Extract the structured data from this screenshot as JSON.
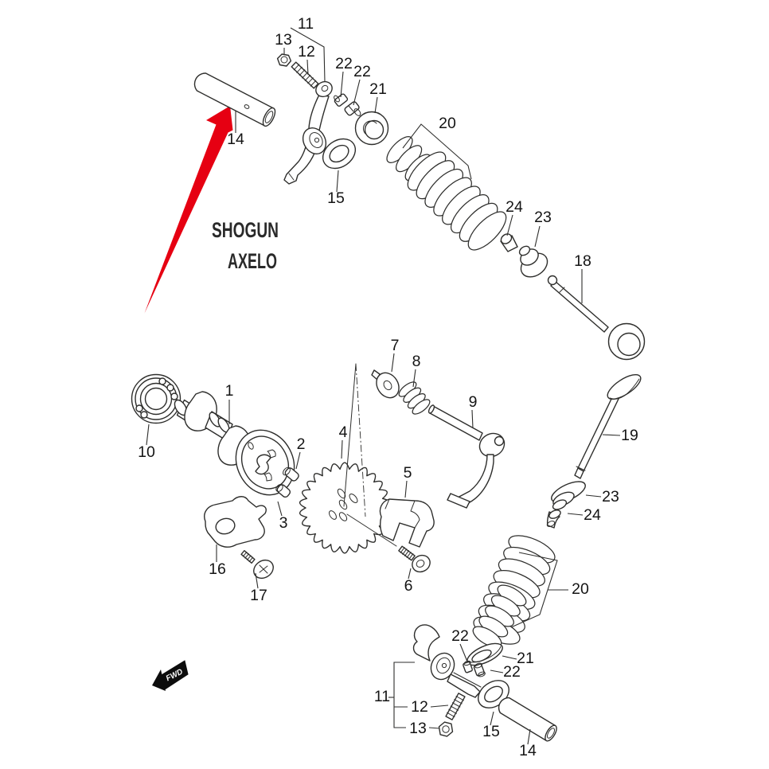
{
  "colors": {
    "highlight_red": "#e60012",
    "ink": "#2e2e2c"
  },
  "watermark": {
    "line1": "SHOGUN",
    "line2": "AXELO"
  },
  "fwd": {
    "label": "FWD"
  },
  "callouts": [
    "11",
    "13",
    "12",
    "22",
    "22",
    "21",
    "14",
    "15",
    "20",
    "24",
    "23",
    "18",
    "10",
    "1",
    "2",
    "3",
    "4",
    "7",
    "8",
    "9",
    "5",
    "6",
    "16",
    "17",
    "19",
    "23",
    "24",
    "20",
    "22",
    "21",
    "22",
    "11",
    "12",
    "13",
    "15",
    "14"
  ]
}
